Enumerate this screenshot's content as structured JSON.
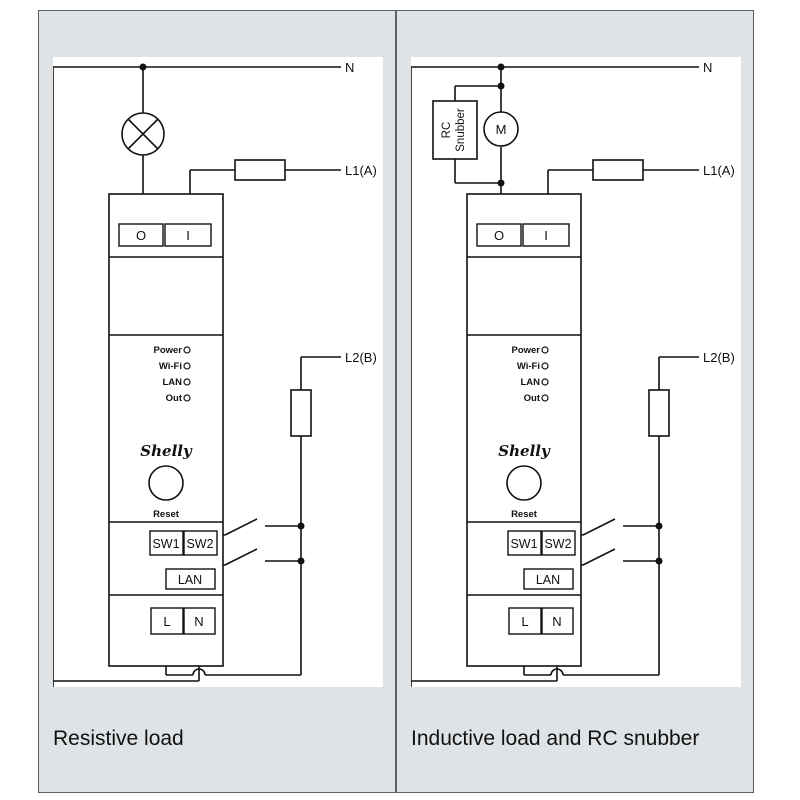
{
  "colors": {
    "panel_background": "#dfe3e6",
    "diagram_background": "#ffffff",
    "line": "#111111"
  },
  "panels": [
    {
      "caption": "Resistive load",
      "load": {
        "type": "lamp",
        "icon": "lamp-icon"
      },
      "labels": {
        "neutral": "N",
        "line1": "L1(A)",
        "line2": "L2(B)",
        "terminal_o": "O",
        "terminal_i": "I",
        "led_power": "Power",
        "led_wifi": "Wi-Fi",
        "led_lan": "LAN",
        "led_out": "Out",
        "brand": "Shelly",
        "reset": "Reset",
        "sw1": "SW1",
        "sw2": "SW2",
        "lan_port": "LAN",
        "terminal_l": "L",
        "terminal_n": "N"
      }
    },
    {
      "caption": "Inductive load and RC snubber",
      "load": {
        "type": "motor",
        "icon": "motor-icon",
        "motor_label": "M",
        "snubber_line1": "RC",
        "snubber_line2": "Snubber"
      },
      "labels": {
        "neutral": "N",
        "line1": "L1(A)",
        "line2": "L2(B)",
        "terminal_o": "O",
        "terminal_i": "I",
        "led_power": "Power",
        "led_wifi": "Wi-Fi",
        "led_lan": "LAN",
        "led_out": "Out",
        "brand": "Shelly",
        "reset": "Reset",
        "sw1": "SW1",
        "sw2": "SW2",
        "lan_port": "LAN",
        "terminal_l": "L",
        "terminal_n": "N"
      }
    }
  ]
}
